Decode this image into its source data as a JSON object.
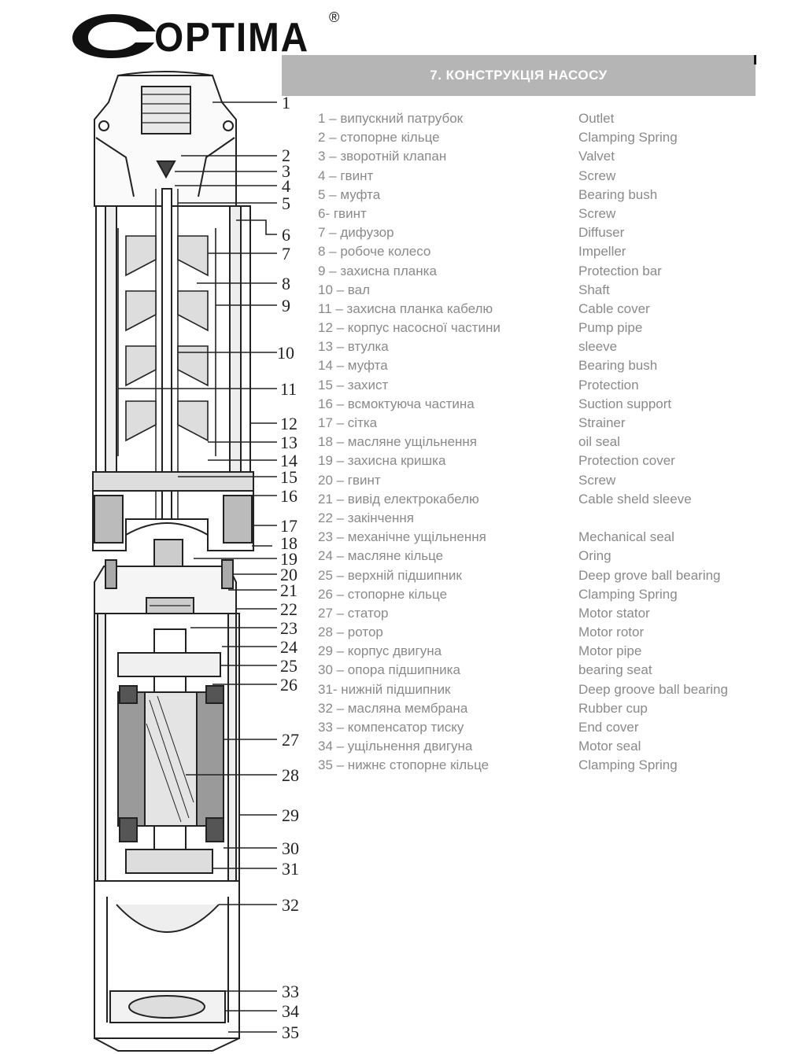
{
  "brand": {
    "name": "OPTIMA",
    "reg_mark": "®"
  },
  "section_title": "7. КОНСТРУКЦІЯ НАСОСУ",
  "legend": [
    {
      "ua": "1 – випускний патрубок",
      "en": "Outlet"
    },
    {
      "ua": "2 – стопорне кільце",
      "en": "Clamping Spring"
    },
    {
      "ua": "3 – зворотній клапан",
      "en": "Valvet"
    },
    {
      "ua": "4 – гвинт",
      "en": "Screw"
    },
    {
      "ua": "5 – муфта",
      "en": "Bearing bush"
    },
    {
      "ua": "6- гвинт",
      "en": "Screw"
    },
    {
      "ua": "7 – дифузор",
      "en": "Diffuser"
    },
    {
      "ua": "8 – робоче колесо",
      "en": "Impeller"
    },
    {
      "ua": "9 – захисна планка",
      "en": "Protection bar"
    },
    {
      "ua": "10 – вал",
      "en": "Shaft"
    },
    {
      "ua": "11 – захисна планка кабелю",
      "en": "Cable cover"
    },
    {
      "ua": "12 – корпус насосної частини",
      "en": "Pump pipe"
    },
    {
      "ua": "13 – втулка",
      "en": "sleeve"
    },
    {
      "ua": "14 – муфта",
      "en": "Bearing bush"
    },
    {
      "ua": "15 – захист",
      "en": "Protection"
    },
    {
      "ua": "16 – всмоктуюча частина",
      "en": "Suction support"
    },
    {
      "ua": "17 – сітка",
      "en": "Strainer"
    },
    {
      "ua": "18 – масляне ущільнення",
      "en": "oil seal"
    },
    {
      "ua": "19 – захисна кришка",
      "en": "Protection cover"
    },
    {
      "ua": "20 – гвинт",
      "en": "Screw"
    },
    {
      "ua": "21 – вивід електрокабелю",
      "en": "Cable sheld sleeve"
    },
    {
      "ua": "22 – закінчення",
      "en": ""
    },
    {
      "ua": "23 – механічне ущільнення",
      "en": "Mechanical seal"
    },
    {
      "ua": "24 – масляне кільце",
      "en": "Oring"
    },
    {
      "ua": "25 – верхній підшипник",
      "en": "Deep grove ball bearing"
    },
    {
      "ua": "26 – стопорне кільце",
      "en": "Clamping Spring"
    },
    {
      "ua": "27 – статор",
      "en": "Motor stator"
    },
    {
      "ua": "28 – ротор",
      "en": "Motor rotor"
    },
    {
      "ua": "29 – корпус двигуна",
      "en": "Motor pipe"
    },
    {
      "ua": "30 – опора підшипника",
      "en": "bearing seat"
    },
    {
      "ua": "31- нижній підшипник",
      "en": "Deep groove ball bearing"
    },
    {
      "ua": "32 – масляна мембрана",
      "en": "Rubber cup"
    },
    {
      "ua": "33 – компенсатор тиску",
      "en": "End cover"
    },
    {
      "ua": "34 – ущільнення двигуна",
      "en": "Motor seal"
    },
    {
      "ua": "35 – нижнє стопорне кільце",
      "en": "Clamping Spring"
    }
  ],
  "callouts": [
    "1",
    "2",
    "3",
    "4",
    "5",
    "6",
    "7",
    "8",
    "9",
    "10",
    "11",
    "12",
    "13",
    "14",
    "15",
    "16",
    "17",
    "18",
    "19",
    "20",
    "21",
    "22",
    "23",
    "24",
    "25",
    "26",
    "27",
    "28",
    "29",
    "30",
    "31",
    "32",
    "33",
    "34",
    "35"
  ]
}
